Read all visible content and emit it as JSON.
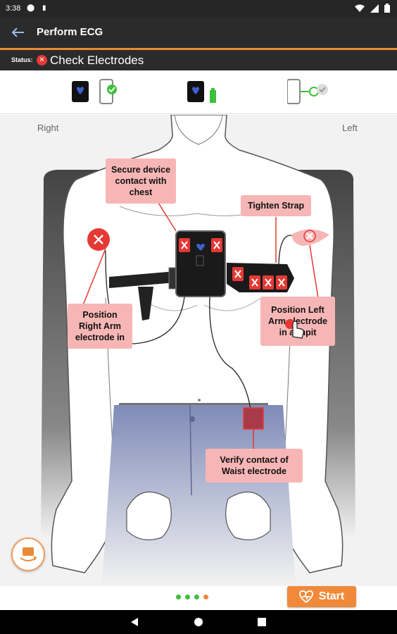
{
  "system": {
    "time": "3:38"
  },
  "appbar": {
    "title": "Perform ECG"
  },
  "status": {
    "label": "Status:",
    "text": "Check Electrodes"
  },
  "diagram": {
    "right_label": "Right",
    "left_label": "Left",
    "callouts": {
      "secure": "Secure device contact with chest",
      "tighten": "Tighten Strap",
      "right_arm": "Position Right Arm electrode in",
      "left_arm": "Position Left Arm electrode in armpit",
      "waist": "Verify contact of Waist electrode"
    }
  },
  "pager": {
    "count": 4,
    "active": 3
  },
  "start_button": {
    "label": "Start"
  },
  "colors": {
    "accent": "#e88a36",
    "error": "#e53935",
    "success": "#3cc13c",
    "callout": "#f7b6b6"
  }
}
